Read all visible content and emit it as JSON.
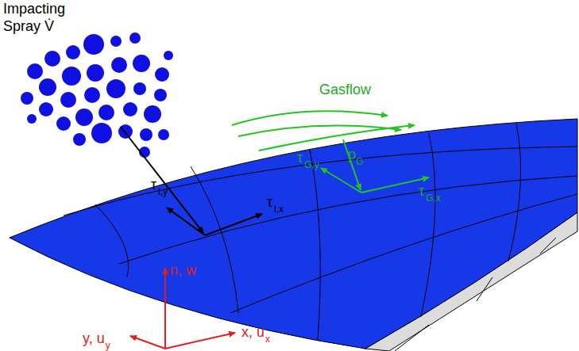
{
  "diagram": {
    "labels": [
      "Impacting",
      "Spray V̇",
      "Gasflow",
      "p",
      "G",
      "τ",
      "G,y",
      "τ",
      "G,x",
      "τ",
      "l,y",
      "τ",
      "l,x",
      "n, w",
      "y, u",
      "y",
      "x, u",
      "x"
    ]
  }
}
